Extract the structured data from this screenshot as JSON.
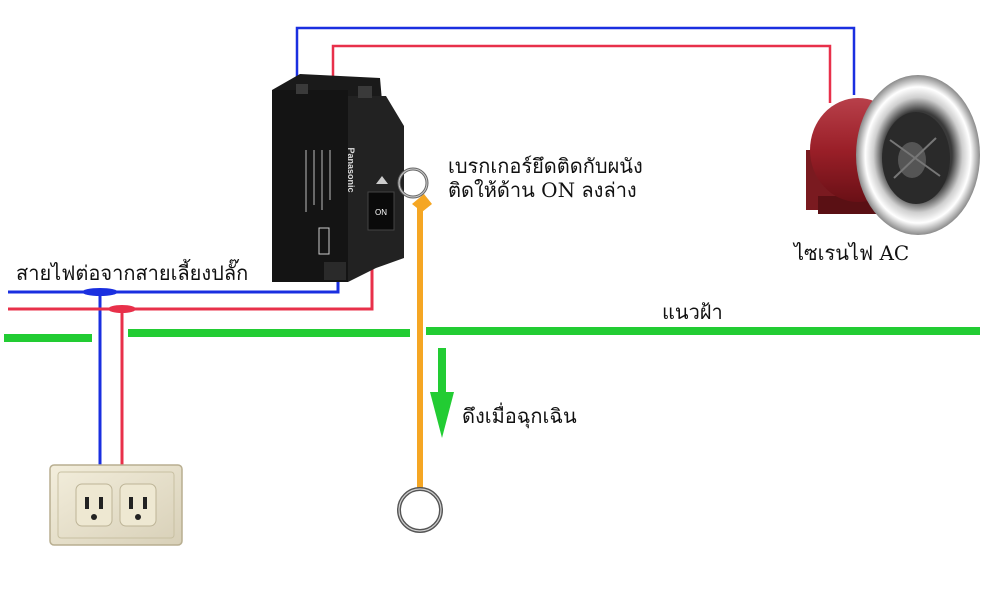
{
  "labels": {
    "cable": "สายไฟต่อจากสายเลี้ยงปลั๊ก",
    "breaker_line1": "เบรกเกอร์ยึดติดกับผนัง",
    "breaker_line2": "ติดให้ด้าน ON ลงล่าง",
    "siren": "ไซเรนไฟ AC",
    "ceiling": "แนวฝ้า",
    "pull": "ดึงเมื่อฉุกเฉิน"
  },
  "breaker": {
    "brand": "Panasonic",
    "switch_label": "ON"
  },
  "colors": {
    "live_wire": "#e8304a",
    "neutral_wire": "#1a2fe0",
    "ceiling_line": "#22cc33",
    "pull_cord": "#f5a623",
    "arrow": "#22cc33"
  }
}
